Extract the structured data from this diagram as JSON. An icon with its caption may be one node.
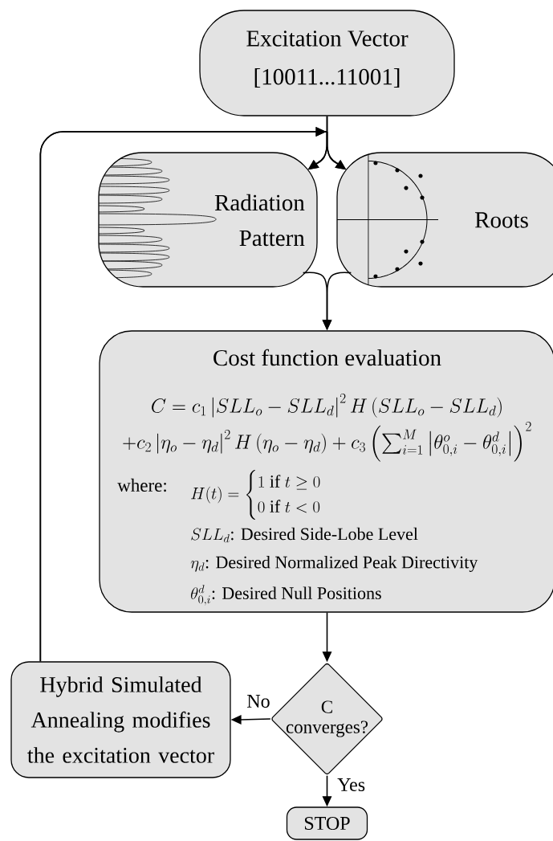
{
  "diagram": {
    "nodes": [
      {
        "text": [
          "Excitation Vector",
          "[10011...11001]"
        ]
      },
      {
        "text": [
          "Radiation Pattern"
        ]
      },
      {
        "text": [
          "Roots"
        ]
      },
      {
        "text": [
          "Cost function evaluation",
          "C = c_1 \\left|SLL_o - SLL_d\\right|^2 H\\left(SLL_o - SLL_d\\right)",
          "+c_2 \\left|\\eta_o - \\eta_d\\right|^2 H\\left(\\eta_o - \\eta_d\\right) + c_3 \\left(\\sum_{i=1}^{M} \\left|\\theta^o_{0,i} - \\theta^d_{0,i}\\right|\\right)^2",
          "where:",
          "H(t) = \\begin{cases}1 \\text{ if } t \\geq 0\\\\ 0 \\text{ if } t < 0\\end{cases}",
          "SLL_d\\text{: Desired Side-Lobe Level}",
          "\\eta_d\\text{: Desired Normalized Peak Directivity}",
          "\\theta^d_{0,i}\\text{: Desired Null Positions}"
        ]
      },
      {
        "text": [
          "C converges?"
        ]
      },
      {
        "text": [
          "Hybrid Simulated Annealing modifies the excitation vector"
        ]
      },
      {
        "text": [
          "STOP"
        ]
      }
    ],
    "edges": [
      {
        "from": 0,
        "to": 1,
        "arrow": "to"
      },
      {
        "from": 0,
        "to": 2,
        "arrow": "to"
      },
      {
        "from": 5,
        "to": 1,
        "arrow": "to"
      },
      {
        "from": 5,
        "to": 2,
        "arrow": "to"
      },
      {
        "from": 1,
        "to": 3,
        "arrow": "to"
      },
      {
        "from": 2,
        "to": 3,
        "arrow": "to"
      },
      {
        "from": 3,
        "to": 4,
        "arrow": "to"
      },
      {
        "from": 4,
        "to": 5,
        "arrow": "to",
        "label": "No"
      },
      {
        "from": 4,
        "to": 6,
        "arrow": "to",
        "label": "Yes"
      }
    ]
  }
}
